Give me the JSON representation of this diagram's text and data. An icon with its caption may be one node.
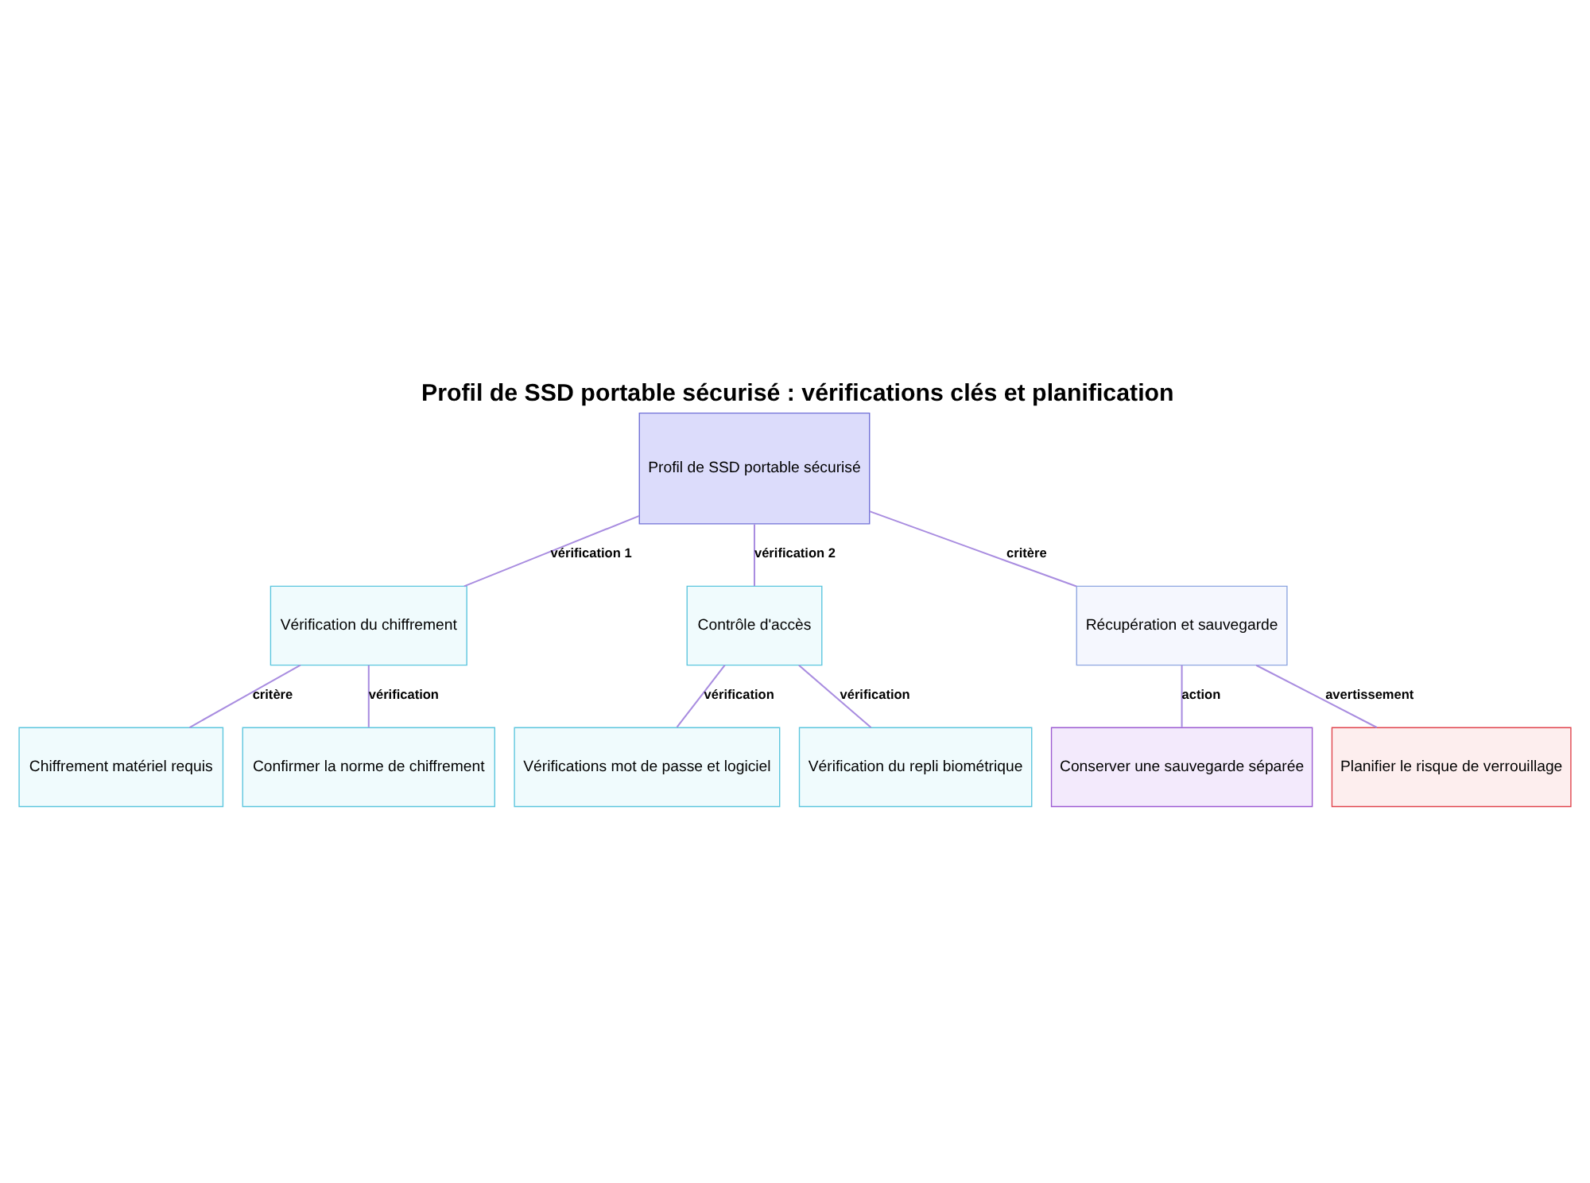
{
  "diagram": {
    "title": "Profil de SSD portable sécurisé : vérifications clés et planification",
    "nodes": [
      {
        "text": [
          "Profil de SSD portable sécurisé"
        ]
      },
      {
        "text": [
          "Vérification du chiffrement"
        ]
      },
      {
        "text": [
          "Contrôle d'accès"
        ]
      },
      {
        "text": [
          "Récupération et sauvegarde"
        ]
      },
      {
        "text": [
          "Chiffrement matériel requis"
        ]
      },
      {
        "text": [
          "Confirmer la norme de chiffrement"
        ]
      },
      {
        "text": [
          "Vérifications mot de passe et logiciel"
        ]
      },
      {
        "text": [
          "Vérification du repli biométrique"
        ]
      },
      {
        "text": [
          "Conserver une sauvegarde séparée"
        ]
      },
      {
        "text": [
          "Planifier le risque de verrouillage"
        ]
      }
    ],
    "edges": [
      {
        "from": 0,
        "to": 1,
        "arrow": "none",
        "label": "vérification 1"
      },
      {
        "from": 0,
        "to": 2,
        "arrow": "none",
        "label": "vérification 2"
      },
      {
        "from": 0,
        "to": 3,
        "arrow": "none",
        "label": "critère"
      },
      {
        "from": 1,
        "to": 4,
        "arrow": "none",
        "label": "critère"
      },
      {
        "from": 1,
        "to": 5,
        "arrow": "none",
        "label": "vérification"
      },
      {
        "from": 2,
        "to": 6,
        "arrow": "none",
        "label": "vérification"
      },
      {
        "from": 2,
        "to": 7,
        "arrow": "none",
        "label": "vérification"
      },
      {
        "from": 3,
        "to": 8,
        "arrow": "none",
        "label": "action"
      },
      {
        "from": 3,
        "to": 9,
        "arrow": "none",
        "label": "avertissement"
      }
    ]
  }
}
